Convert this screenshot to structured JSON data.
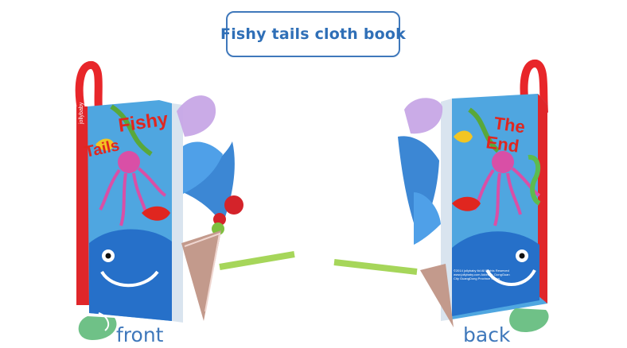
{
  "title": "Fishy tails cloth book",
  "labels": {
    "front": "front",
    "back": "back"
  },
  "front_cover": {
    "logo": "jollybaby",
    "title_line1": "Fishy",
    "title_line2": "Tails"
  },
  "back_cover": {
    "title_line1": "The",
    "title_line2": "End",
    "fine_print": "©2014 jollybaby ltd All Rights Reserved www.jollybaby.com Address: DongGuan City GuangDong Province China"
  },
  "colors": {
    "accent": "#3f78bb",
    "cover_blue": "#4fa6e0",
    "red_tab": "#e8262a",
    "tail_blue": "#3c87d4",
    "title_red": "#e0261f"
  }
}
